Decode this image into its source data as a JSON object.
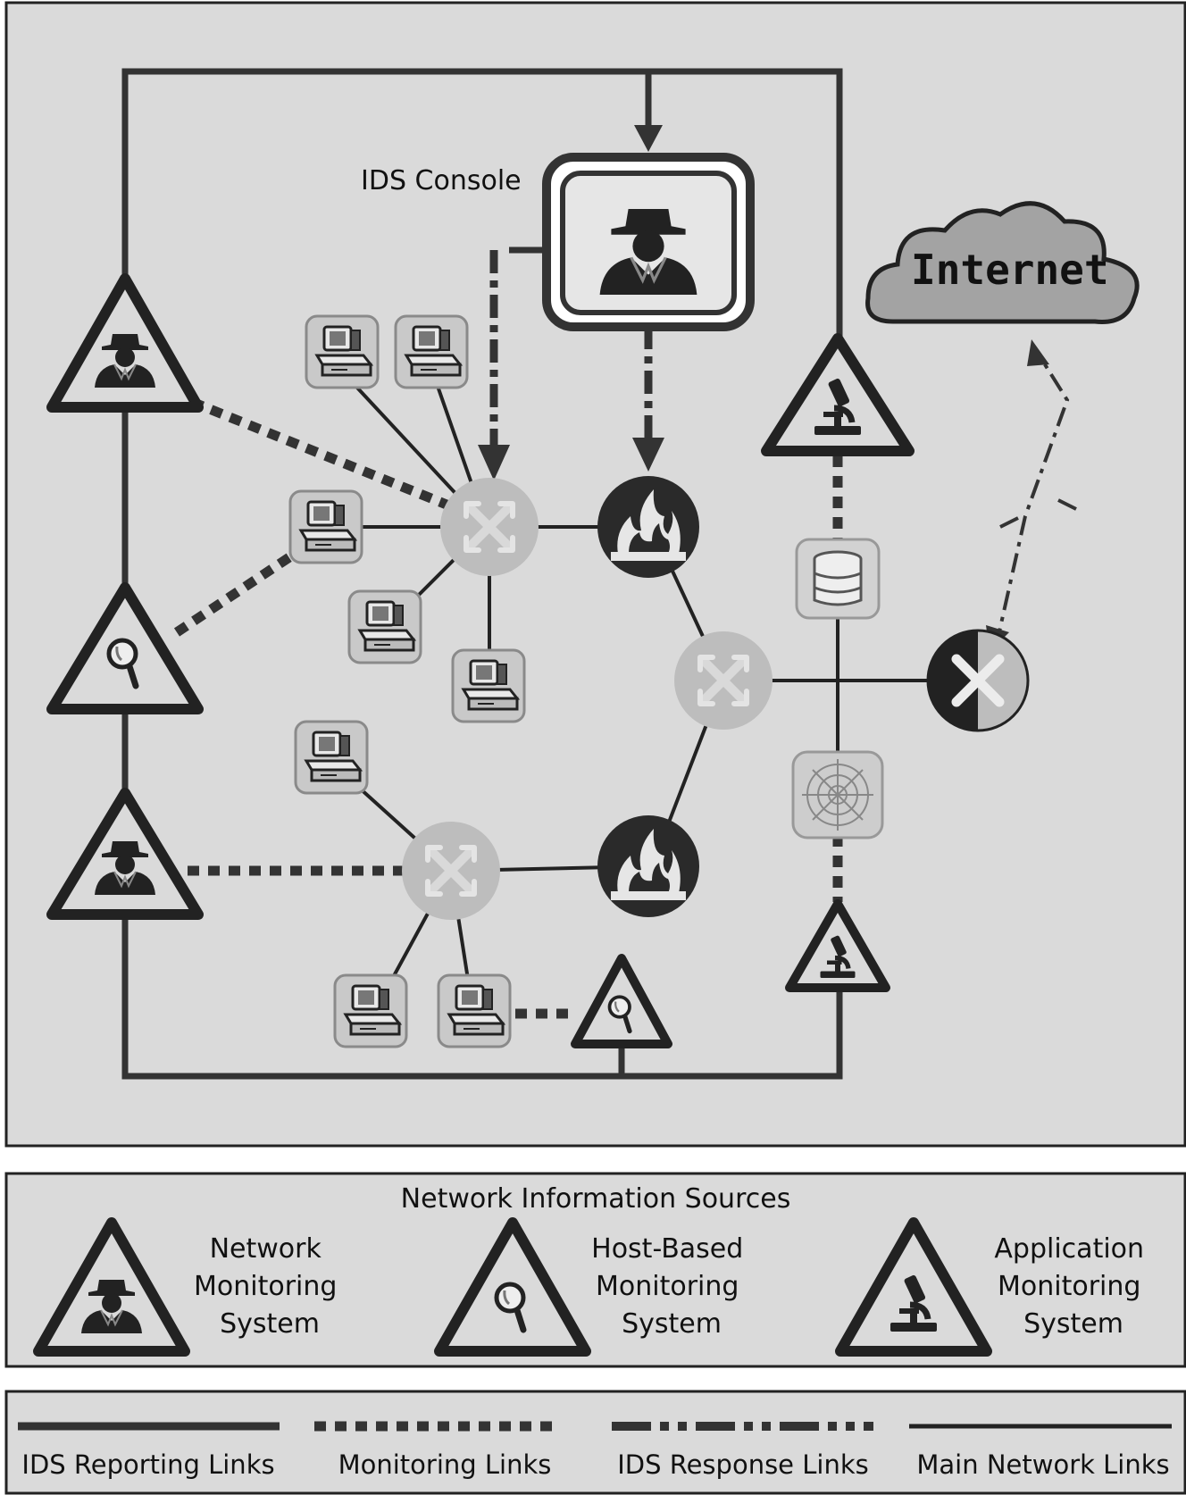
{
  "diagram": {
    "console_label": "IDS Console",
    "internet_label": "Internet"
  },
  "legend_sources": {
    "title": "Network Information Sources",
    "items": [
      {
        "lines": [
          "Network",
          "Monitoring",
          "System"
        ],
        "icon": "spy-icon"
      },
      {
        "lines": [
          "Host-Based",
          "Monitoring",
          "System"
        ],
        "icon": "magnifier-icon"
      },
      {
        "lines": [
          "Application",
          "Monitoring",
          "System"
        ],
        "icon": "microscope-icon"
      }
    ]
  },
  "legend_links": {
    "items": [
      {
        "label": "IDS Reporting Links",
        "style": "thick-solid"
      },
      {
        "label": "Monitoring Links",
        "style": "dotted"
      },
      {
        "label": "IDS Response Links",
        "style": "dash-dot"
      },
      {
        "label": "Main Network Links",
        "style": "thin-solid"
      }
    ]
  },
  "colors": {
    "background": "#dadada",
    "ink": "#222222",
    "hub": "#bdbdbd",
    "cloud": "#9a9a9a",
    "computer_tile": "#c9c9c9"
  }
}
